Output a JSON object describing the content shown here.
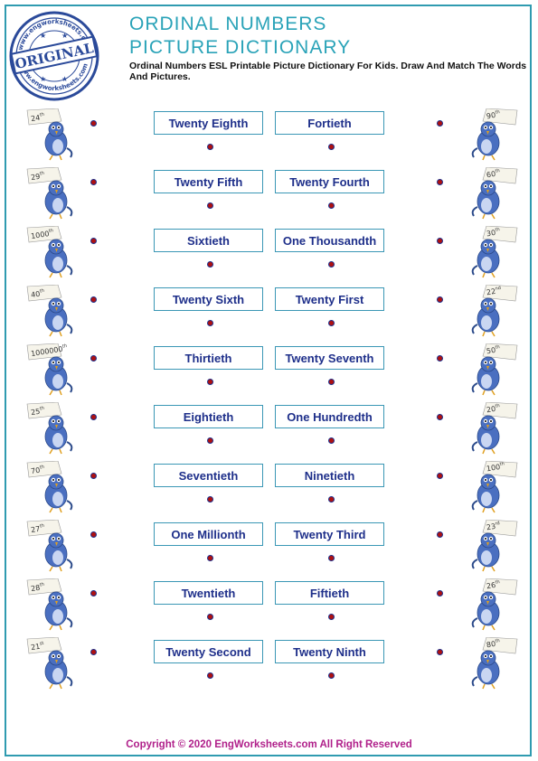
{
  "stamp": {
    "top_text": "www.engworksheets.com",
    "label": "ORIGINAL",
    "bottom_text": "www.engworksheets.com"
  },
  "header": {
    "title_line1": "ORDINAL NUMBERS",
    "title_line2": "PICTURE DICTIONARY",
    "subtitle": "Ordinal Numbers ESL Printable Picture Dictionary For Kids. Draw And Match The Words And Pictures."
  },
  "rows": [
    {
      "left_num": "24",
      "left_suf": "th",
      "word_a": "Twenty Eighth",
      "word_b": "Fortieth",
      "right_num": "90",
      "right_suf": "th"
    },
    {
      "left_num": "29",
      "left_suf": "th",
      "word_a": "Twenty Fifth",
      "word_b": "Twenty Fourth",
      "right_num": "60",
      "right_suf": "th"
    },
    {
      "left_num": "1000",
      "left_suf": "th",
      "word_a": "Sixtieth",
      "word_b": "One Thousandth",
      "right_num": "30",
      "right_suf": "th"
    },
    {
      "left_num": "40",
      "left_suf": "th",
      "word_a": "Twenty Sixth",
      "word_b": "Twenty First",
      "right_num": "22",
      "right_suf": "nd"
    },
    {
      "left_num": "1000000",
      "left_suf": "th",
      "word_a": "Thirtieth",
      "word_b": "Twenty Seventh",
      "right_num": "50",
      "right_suf": "th"
    },
    {
      "left_num": "25",
      "left_suf": "th",
      "word_a": "Eightieth",
      "word_b": "One Hundredth",
      "right_num": "20",
      "right_suf": "th"
    },
    {
      "left_num": "70",
      "left_suf": "th",
      "word_a": "Seventieth",
      "word_b": "Ninetieth",
      "right_num": "100",
      "right_suf": "th"
    },
    {
      "left_num": "27",
      "left_suf": "th",
      "word_a": "One Millionth",
      "word_b": "Twenty Third",
      "right_num": "23",
      "right_suf": "rd"
    },
    {
      "left_num": "28",
      "left_suf": "th",
      "word_a": "Twentieth",
      "word_b": "Fiftieth",
      "right_num": "26",
      "right_suf": "th"
    },
    {
      "left_num": "21",
      "left_suf": "st",
      "word_a": "Twenty Second",
      "word_b": "Twenty Ninth",
      "right_num": "80",
      "right_suf": "th"
    }
  ],
  "footer": {
    "text": "Copyright © 2020 EngWorksheets.com All Right Reserved"
  },
  "colors": {
    "title": "#2aa3b8",
    "word_text": "#1e2f8a",
    "footer": "#b0208a",
    "dot": "#b01010",
    "bird": "#4a6fc0"
  }
}
